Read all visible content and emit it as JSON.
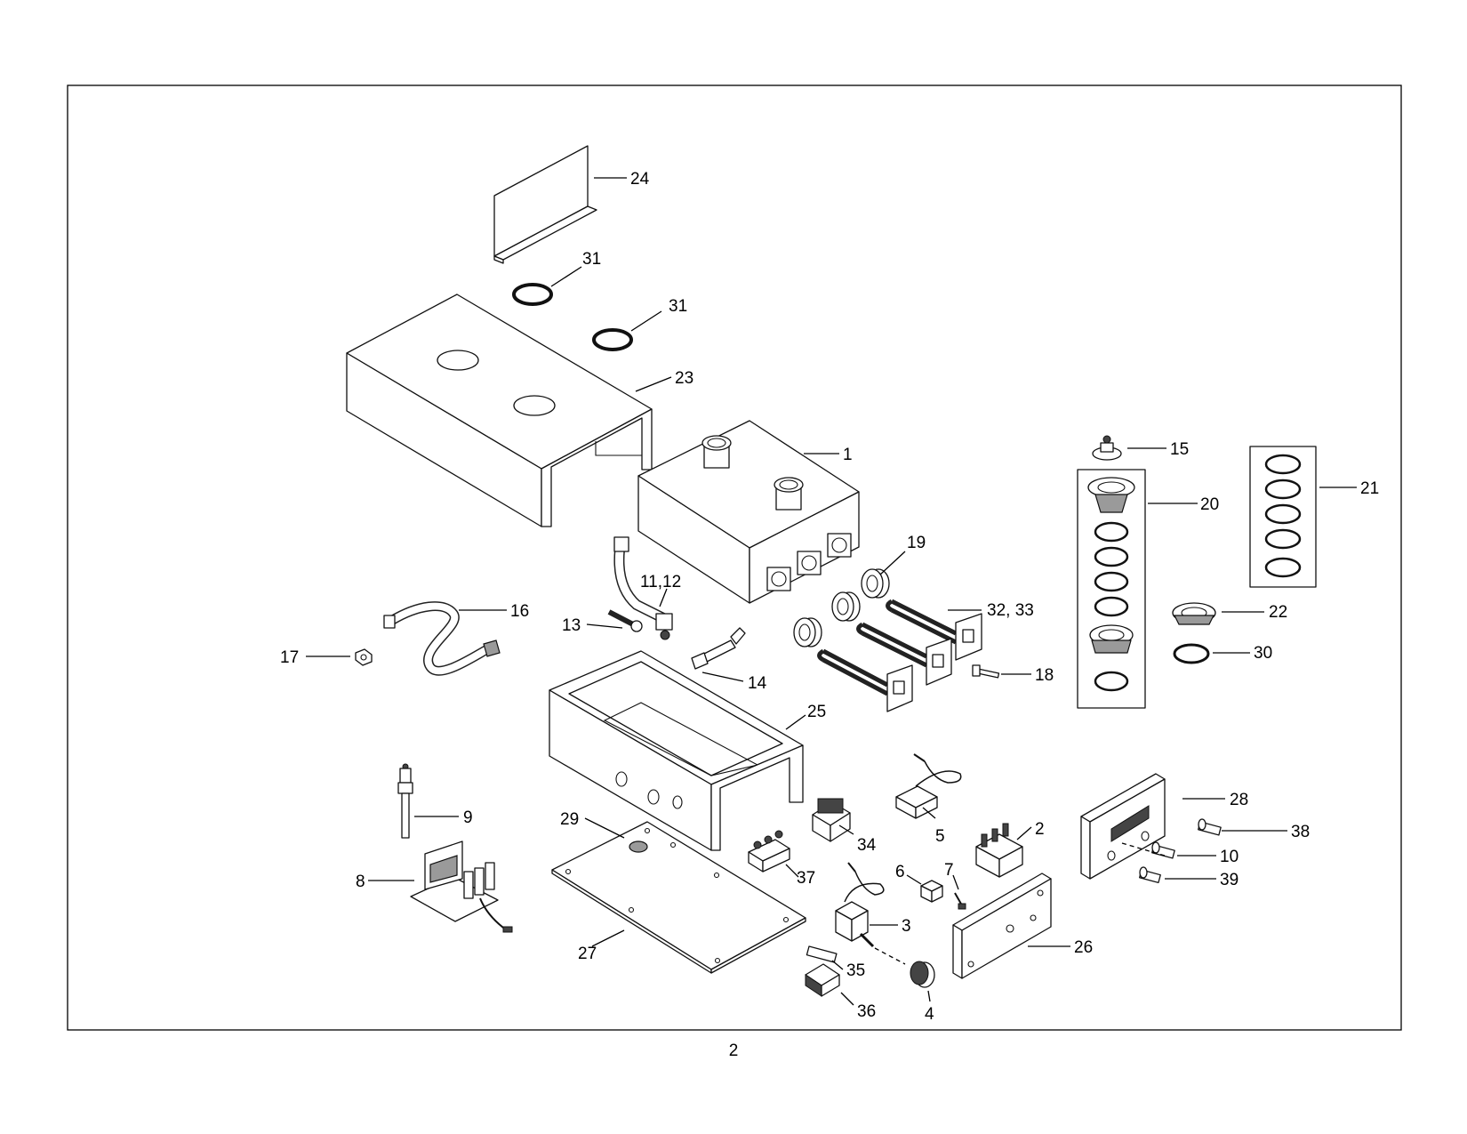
{
  "page_number": "2",
  "callouts": [
    {
      "id": "c24",
      "text": "24"
    },
    {
      "id": "c31a",
      "text": "31"
    },
    {
      "id": "c31b",
      "text": "31"
    },
    {
      "id": "c23",
      "text": "23"
    },
    {
      "id": "c1",
      "text": "1"
    },
    {
      "id": "c15",
      "text": "15"
    },
    {
      "id": "c20",
      "text": "20"
    },
    {
      "id": "c21",
      "text": "21"
    },
    {
      "id": "c19",
      "text": "19"
    },
    {
      "id": "c1112",
      "text": "11,12"
    },
    {
      "id": "c16",
      "text": "16"
    },
    {
      "id": "c13",
      "text": "13"
    },
    {
      "id": "c3233",
      "text": "32, 33"
    },
    {
      "id": "c22",
      "text": "22"
    },
    {
      "id": "c17",
      "text": "17"
    },
    {
      "id": "c30",
      "text": "30"
    },
    {
      "id": "c18",
      "text": "18"
    },
    {
      "id": "c14",
      "text": "14"
    },
    {
      "id": "c25",
      "text": "25"
    },
    {
      "id": "c28",
      "text": "28"
    },
    {
      "id": "c9",
      "text": "9"
    },
    {
      "id": "c34",
      "text": "34"
    },
    {
      "id": "c5",
      "text": "5"
    },
    {
      "id": "c2",
      "text": "2"
    },
    {
      "id": "c29",
      "text": "29"
    },
    {
      "id": "c38",
      "text": "38"
    },
    {
      "id": "c10",
      "text": "10"
    },
    {
      "id": "c37",
      "text": "37"
    },
    {
      "id": "c6",
      "text": "6"
    },
    {
      "id": "c7",
      "text": "7"
    },
    {
      "id": "c39",
      "text": "39"
    },
    {
      "id": "c8",
      "text": "8"
    },
    {
      "id": "c3",
      "text": "3"
    },
    {
      "id": "c26",
      "text": "26"
    },
    {
      "id": "c27",
      "text": "27"
    },
    {
      "id": "c35",
      "text": "35"
    },
    {
      "id": "c4",
      "text": "4"
    },
    {
      "id": "c36",
      "text": "36"
    }
  ]
}
